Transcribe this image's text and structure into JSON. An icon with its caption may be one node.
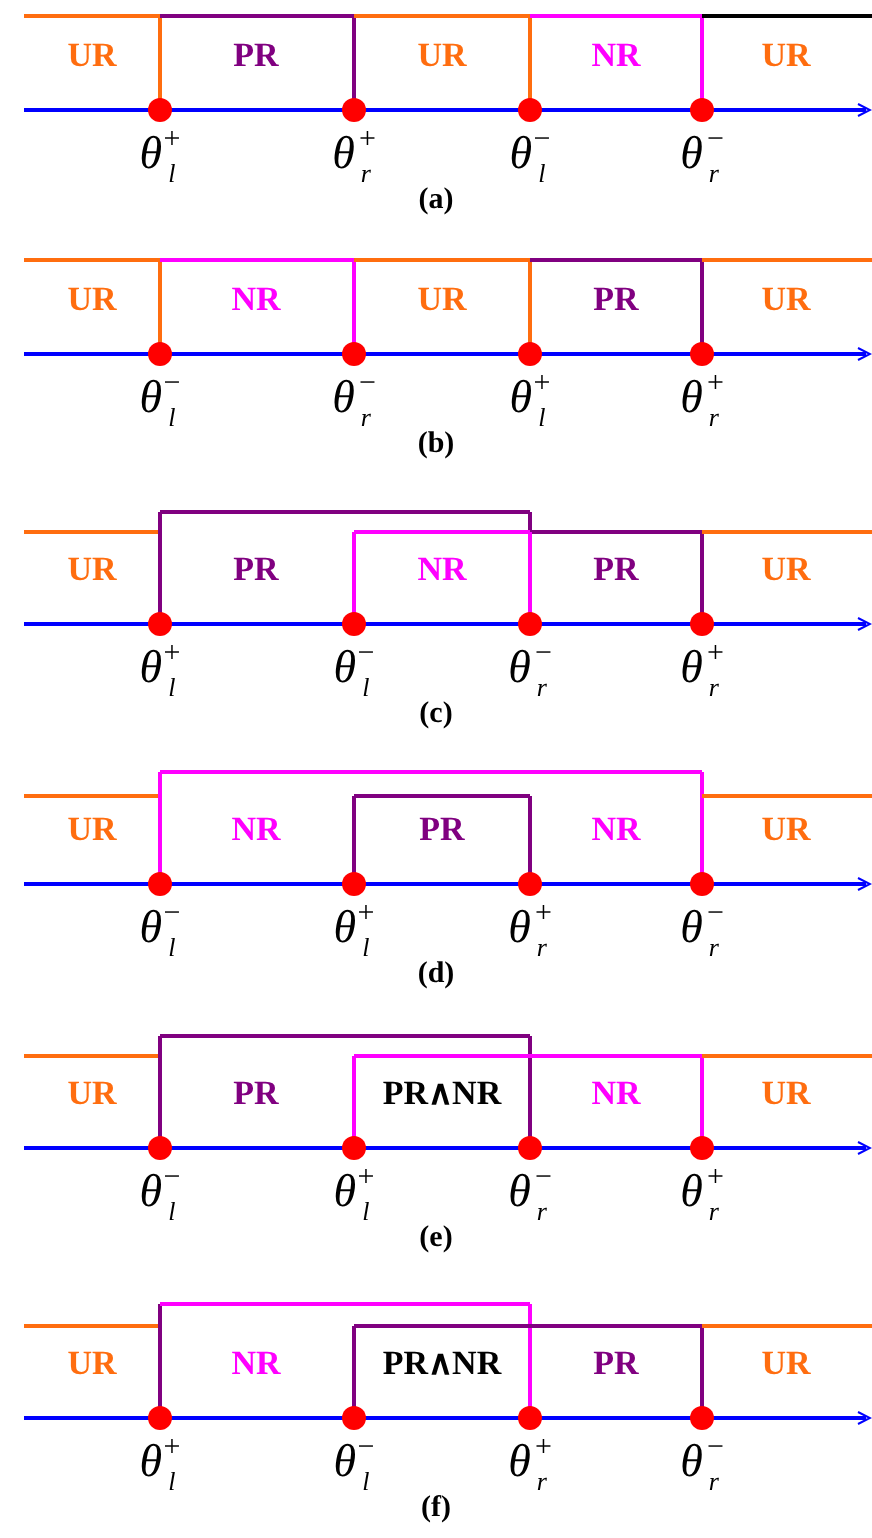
{
  "diagram": {
    "nodes": [
      {
        "text": [
          "UR"
        ]
      },
      {
        "text": [
          "PR"
        ]
      },
      {
        "text": [
          "UR"
        ]
      },
      {
        "text": [
          "NR"
        ]
      },
      {
        "text": [
          "UR"
        ]
      },
      {
        "text": [
          "UR"
        ]
      },
      {
        "text": [
          "NR"
        ]
      },
      {
        "text": [
          "UR"
        ]
      },
      {
        "text": [
          "PR"
        ]
      },
      {
        "text": [
          "UR"
        ]
      },
      {
        "text": [
          "UR"
        ]
      },
      {
        "text": [
          "PR"
        ]
      },
      {
        "text": [
          "NR"
        ]
      },
      {
        "text": [
          "PR"
        ]
      },
      {
        "text": [
          "UR"
        ]
      },
      {
        "text": [
          "UR"
        ]
      },
      {
        "text": [
          "NR"
        ]
      },
      {
        "text": [
          "PR"
        ]
      },
      {
        "text": [
          "NR"
        ]
      },
      {
        "text": [
          "UR"
        ]
      },
      {
        "text": [
          "UR"
        ]
      },
      {
        "text": [
          "PR"
        ]
      },
      {
        "text": [
          "PR∧NR"
        ]
      },
      {
        "text": [
          "NR"
        ]
      },
      {
        "text": [
          "UR"
        ]
      },
      {
        "text": [
          "UR"
        ]
      },
      {
        "text": [
          "NR"
        ]
      },
      {
        "text": [
          "PR∧NR"
        ]
      },
      {
        "text": [
          "PR"
        ]
      },
      {
        "text": [
          "UR"
        ]
      }
    ],
    "labels": [
      "θ$_{l}$$^{+}$",
      "θ$_{r}$$^{+}$",
      "θ$_{l}$$^{−}$",
      "θ$_{r}$$^{−}$",
      "(a)",
      "θ$_{l}$$^{−}$",
      "θ$_{r}$$^{−}$",
      "θ$_{l}$$^{+}$",
      "θ$_{r}$$^{+}$",
      "(b)",
      "θ$_{l}$$^{+}$",
      "θ$_{l}$$^{−}$",
      "θ$_{r}$$^{−}$",
      "θ$_{r}$$^{+}$",
      "(c)",
      "θ$_{l}$$^{−}$",
      "θ$_{l}$$^{+}$",
      "θ$_{r}$$^{+}$",
      "θ$_{r}$$^{−}$",
      "(d)",
      "θ$_{l}$$^{−}$",
      "θ$_{l}$$^{+}$",
      "θ$_{r}$$^{−}$",
      "θ$_{r}$$^{+}$",
      "(e)",
      "θ$_{l}$$^{+}$",
      "θ$_{l}$$^{−}$",
      "θ$_{r}$$^{+}$",
      "θ$_{r}$$^{−}$",
      "(f)"
    ]
  }
}
